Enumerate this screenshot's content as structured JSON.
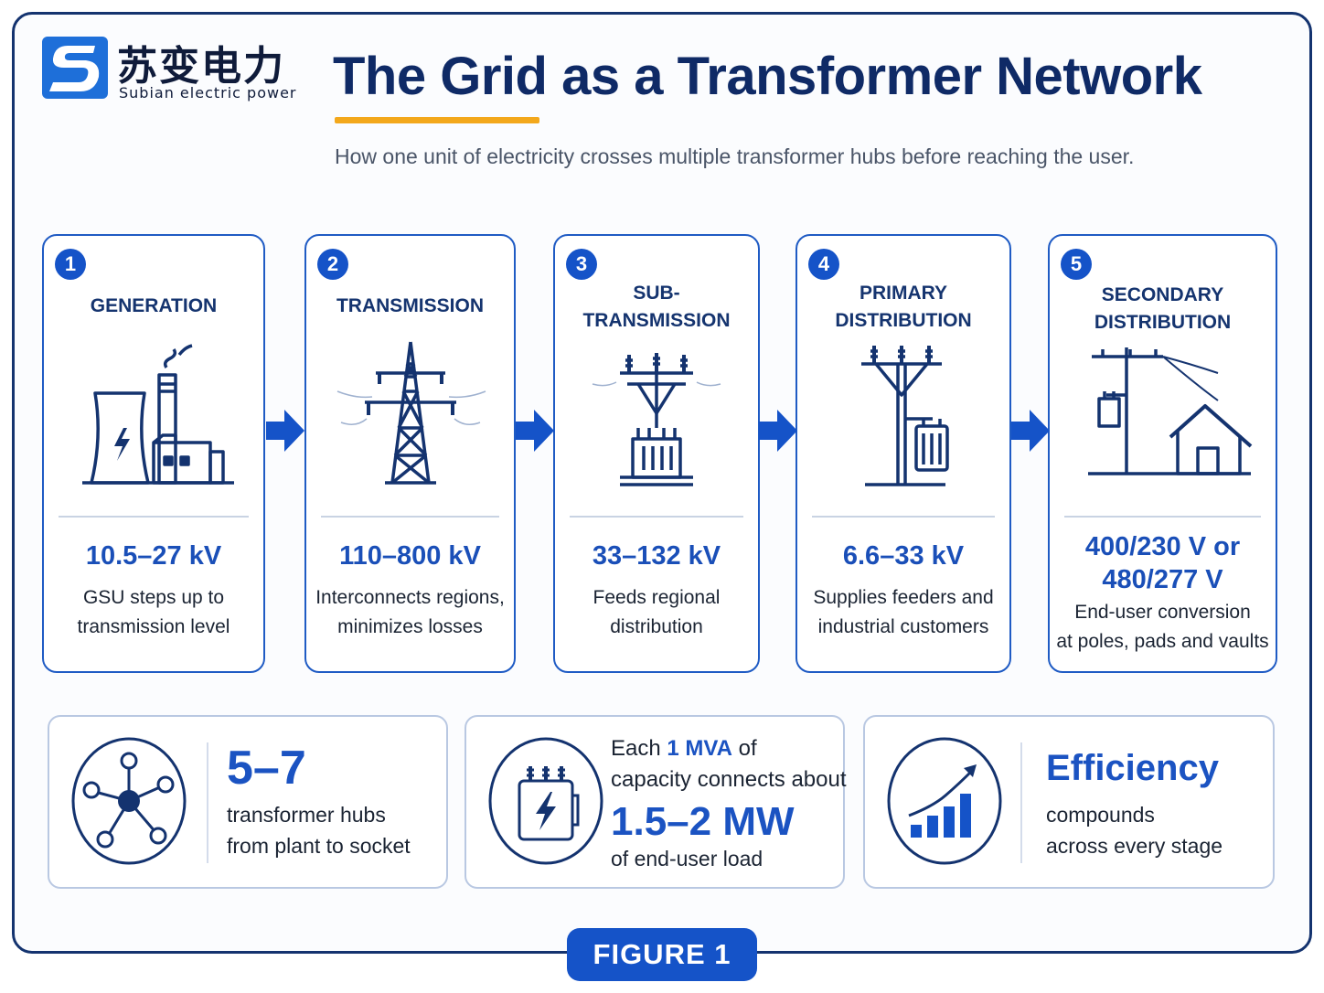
{
  "logo": {
    "cn": "苏变电力",
    "en": "Subian electric power"
  },
  "title": "The Grid as a Transformer Network",
  "subtitle": "How one unit of electricity crosses multiple transformer hubs before reaching the user.",
  "stages": [
    {
      "num": "1",
      "name_lines": [
        "GENERATION"
      ],
      "voltage_lines": [
        "10.5–27 kV"
      ],
      "desc_lines": [
        "GSU steps up to",
        "transmission level"
      ],
      "icon": "power-plant-icon"
    },
    {
      "num": "2",
      "name_lines": [
        "TRANSMISSION"
      ],
      "voltage_lines": [
        "110–800 kV"
      ],
      "desc_lines": [
        "Interconnects regions,",
        "minimizes losses"
      ],
      "icon": "transmission-tower-icon"
    },
    {
      "num": "3",
      "name_lines": [
        "SUB-",
        "TRANSMISSION"
      ],
      "voltage_lines": [
        "33–132 kV"
      ],
      "desc_lines": [
        "Feeds regional",
        "distribution"
      ],
      "icon": "substation-transformer-icon"
    },
    {
      "num": "4",
      "name_lines": [
        "PRIMARY",
        "DISTRIBUTION"
      ],
      "voltage_lines": [
        "6.6–33 kV"
      ],
      "desc_lines": [
        "Supplies feeders and",
        "industrial customers"
      ],
      "icon": "pole-transformer-icon"
    },
    {
      "num": "5",
      "name_lines": [
        "SECONDARY",
        "DISTRIBUTION"
      ],
      "voltage_lines": [
        "400/230 V or",
        "480/277 V"
      ],
      "desc_lines": [
        "End-user conversion",
        "at poles, pads and vaults"
      ],
      "icon": "house-service-icon"
    }
  ],
  "stats": {
    "hubs": {
      "big": "5–7",
      "line1": "transformer hubs",
      "line2": "from plant to socket",
      "icon": "network-hub-icon"
    },
    "mva": {
      "pre": "Each ",
      "highlight": "1 MVA",
      "post": " of",
      "line2": "capacity connects about",
      "big": "1.5–2 MW",
      "line4": "of end-user load",
      "icon": "transformer-bolt-icon"
    },
    "efficiency": {
      "big": "Efficiency",
      "line1": "compounds",
      "line2": "across every stage",
      "icon": "growth-chart-icon"
    }
  },
  "figure_label": "FIGURE 1",
  "colors": {
    "navy": "#0f2a66",
    "blue": "#1553c8",
    "accent": "#f3a81c"
  }
}
